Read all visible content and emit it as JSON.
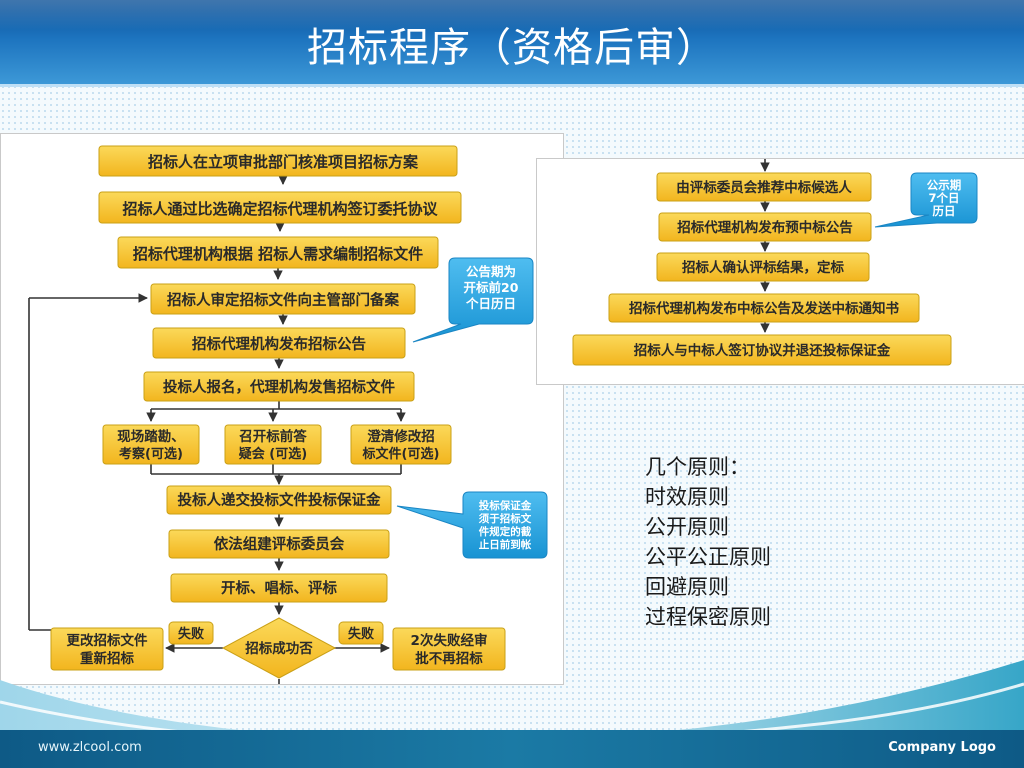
{
  "title": "招标程序（资格后审）",
  "left_flow": {
    "steps": [
      "招标人在立项审批部门核准项目招标方案",
      "招标人通过比选确定招标代理机构签订委托协议",
      "招标代理机构根据 招标人需求编制招标文件",
      "招标人审定招标文件向主管部门备案",
      "招标代理机构发布招标公告",
      "投标人报名，代理机构发售招标文件",
      "投标人递交投标文件投标保证金",
      "依法组建评标委员会",
      "开标、唱标、评标"
    ],
    "optional": [
      {
        "line1": "现场踏勘、",
        "line2": "考察(可选)"
      },
      {
        "line1": "召开标前答",
        "line2": "疑会 (可选)"
      },
      {
        "line1": "澄清修改招",
        "line2": "标文件(可选)"
      }
    ],
    "decision": "招标成功否",
    "fail_left": "失败",
    "fail_right": "失败",
    "left_result": {
      "line1": "更改招标文件",
      "line2": "重新招标"
    },
    "right_result": {
      "line1": "2次失败经审",
      "line2": "批不再招标"
    },
    "callout_notice": [
      "公告期为",
      "开标前20",
      "个日历日"
    ],
    "callout_bond": [
      "投标保证金",
      "须于招标文",
      "件规定的截",
      "止日前到帐"
    ]
  },
  "right_flow": {
    "steps": [
      "由评标委员会推荐中标候选人",
      "招标代理机构发布预中标公告",
      "招标人确认评标结果，定标",
      "招标代理机构发布中标公告及发送中标通知书",
      "招标人与中标人签订协议并退还投标保证金"
    ],
    "callout": [
      "公示期",
      "7个日",
      "历日"
    ]
  },
  "principles": {
    "heading": "几个原则：",
    "items": [
      "时效原则",
      "公开原则",
      "公平公正原则",
      "回避原则",
      "过程保密原则"
    ]
  },
  "footer": {
    "url": "www.zlcool.com",
    "logo": "Company Logo"
  },
  "colors": {
    "header_blue": "#1d74bf",
    "box_yellow": "#f6c436",
    "box_border": "#caa016",
    "callout_blue": "#2aa6e0",
    "arrow_dark": "#333333"
  }
}
